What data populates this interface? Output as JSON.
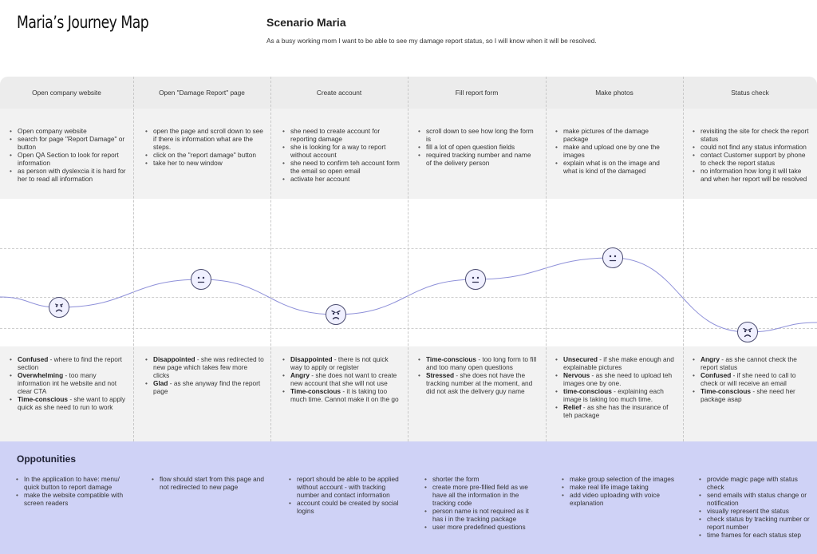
{
  "title": "Maria’s Journey Map",
  "scenario": {
    "title": "Scenario Maria",
    "text": "As a busy working mom I want to be able to see my damage report status, so I will know when it will be resolved."
  },
  "stages": [
    {
      "name": "Open company website",
      "actions": [
        "Open company website",
        "search for page \"Report Damage\" or button",
        "Open QA Section to look for report information",
        "as person with dyslexcia it is hard for her to read all information"
      ],
      "mood": "sad",
      "feelings": [
        {
          "label": "Confused",
          "text": " - where to find the report section"
        },
        {
          "label": "Overwhelming",
          "text": " - too many information int he website and not clear CTA"
        },
        {
          "label": "Time-conscious",
          "text": " - she want to apply quick as she need to run to work"
        }
      ],
      "opportunities": [
        "In the application to have: menu/ quick button to report damage",
        "make the website compatible with screen readers"
      ]
    },
    {
      "name": "Open \"Damage Report\" page",
      "actions": [
        "open the page and scroll down to see if there is information what are the steps.",
        "click on the \"report damage\" button",
        "take her to new window"
      ],
      "mood": "neutral",
      "feelings": [
        {
          "label": "Disappointed",
          "text": " - she was redirected to new page which takes few more clicks"
        },
        {
          "label": "Glad",
          "text": " - as she anyway find the report page"
        }
      ],
      "opportunities": [
        "flow should start from this page and not redirected to new page"
      ]
    },
    {
      "name": "Create account",
      "actions": [
        "she need to create account for reporting damage",
        "she is looking for a way to report without account",
        "she need to confirm teh account form the email so open email",
        "activate her account"
      ],
      "mood": "angry",
      "feelings": [
        {
          "label": "Disappointed",
          "text": " - there is not quick way to apply or register"
        },
        {
          "label": "Angry",
          "text": " - she does not want to create new account that she will not use"
        },
        {
          "label": "Time-conscious",
          "text": " - it is taking too much time. Cannot make it on the go"
        }
      ],
      "opportunities": [
        "report should be able to be applied without account - with tracking number and contact information",
        "account could be created by social logins"
      ]
    },
    {
      "name": "Fill report form",
      "actions": [
        "scroll down to see how long the form is",
        "fill a lot of open question fields",
        "required tracking number and name of the delivery person"
      ],
      "mood": "neutral",
      "feelings": [
        {
          "label": "Time-conscious",
          "text": " - too long form to fill and too many open questions"
        },
        {
          "label": "Stressed",
          "text": " - she does not have the tracking number at the moment, and did not ask the delivery guy name"
        }
      ],
      "opportunities": [
        "shorter the form",
        "create more pre-filled field as we have all the information in the tracking code",
        "person name is not required as it has i in the tracking package",
        "user more predefined questions"
      ]
    },
    {
      "name": "Make photos",
      "actions": [
        "make pictures of the damage package",
        "make and upload one by one the images",
        "explain what is on the image and what is kind of the damaged"
      ],
      "mood": "neutral",
      "feelings": [
        {
          "label": "Unsecured",
          "text": " - if she make enough and explainable pictures"
        },
        {
          "label": "Nervous",
          "text": " - as she need to upload teh images one by one."
        },
        {
          "label": "time-conscious",
          "text": " - explaining each image is taking too much time."
        },
        {
          "label": "Relief",
          "text": " - as she has the insurance of teh package"
        }
      ],
      "opportunities": [
        "make group selection of the images",
        "make real life image taking",
        "add video uploading with voice explanation"
      ]
    },
    {
      "name": "Status check",
      "actions": [
        "revisiting the site for check the report status",
        "could not find any status information",
        "contact Customer support by phone to check the report status",
        "no information how long it will take and when her report will be resolved"
      ],
      "mood": "angry",
      "feelings": [
        {
          "label": "Angry",
          "text": " - as she cannot check the report status"
        },
        {
          "label": "Confused",
          "text": " - if she need to call to check or will receive an email"
        },
        {
          "label": "Time-conscious",
          "text": " - she need her package asap"
        }
      ],
      "opportunities": [
        "provide magic page with status check",
        "send emails with status change or notification",
        "visually represent the status",
        "check status by tracking number or report number",
        "time frames for each status step"
      ]
    }
  ],
  "opportunities_title": "Oppotunities",
  "colors": {
    "curve": "#8f91d9",
    "opportunities_band": "#cfd2f6",
    "face_stroke": "#4b4c70"
  }
}
